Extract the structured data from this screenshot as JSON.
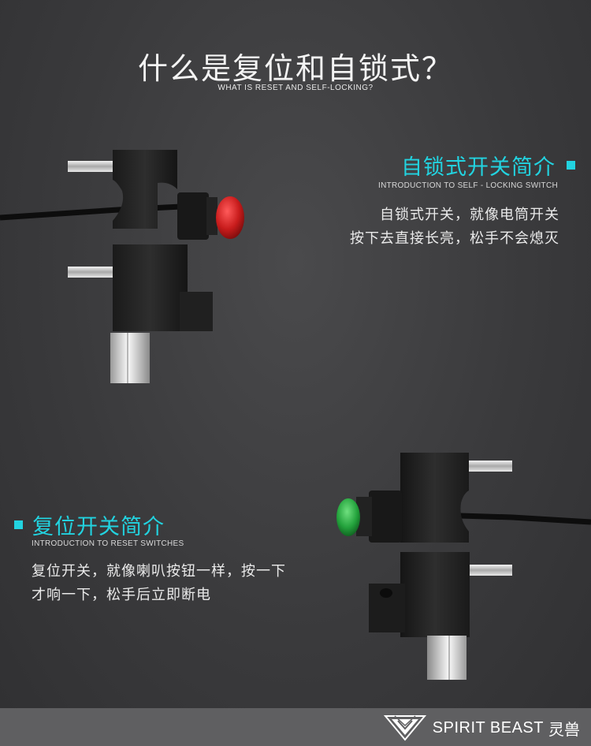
{
  "header": {
    "title_cn": "什么是复位和自锁式？",
    "title_en": "WHAT IS RESET AND SELF-LOCKING?"
  },
  "self_locking": {
    "title": "自锁式开关简介",
    "subtitle": "INTRODUCTION TO SELF - LOCKING SWITCH",
    "lines": [
      "自锁式开关，就像电筒开关",
      "按下去直接长亮，松手不会熄灭"
    ],
    "button_color": "#d42424"
  },
  "reset": {
    "title": "复位开关简介",
    "subtitle": "INTRODUCTION TO RESET SWITCHES",
    "lines": [
      "复位开关，就像喇叭按钮一样，按一下",
      "才响一下，松手后立即断电"
    ],
    "button_color": "#2fb54a"
  },
  "accent_color": "#22d3e0",
  "footer": {
    "brand_en": "SPIRIT BEAST",
    "brand_cn": "灵兽"
  }
}
